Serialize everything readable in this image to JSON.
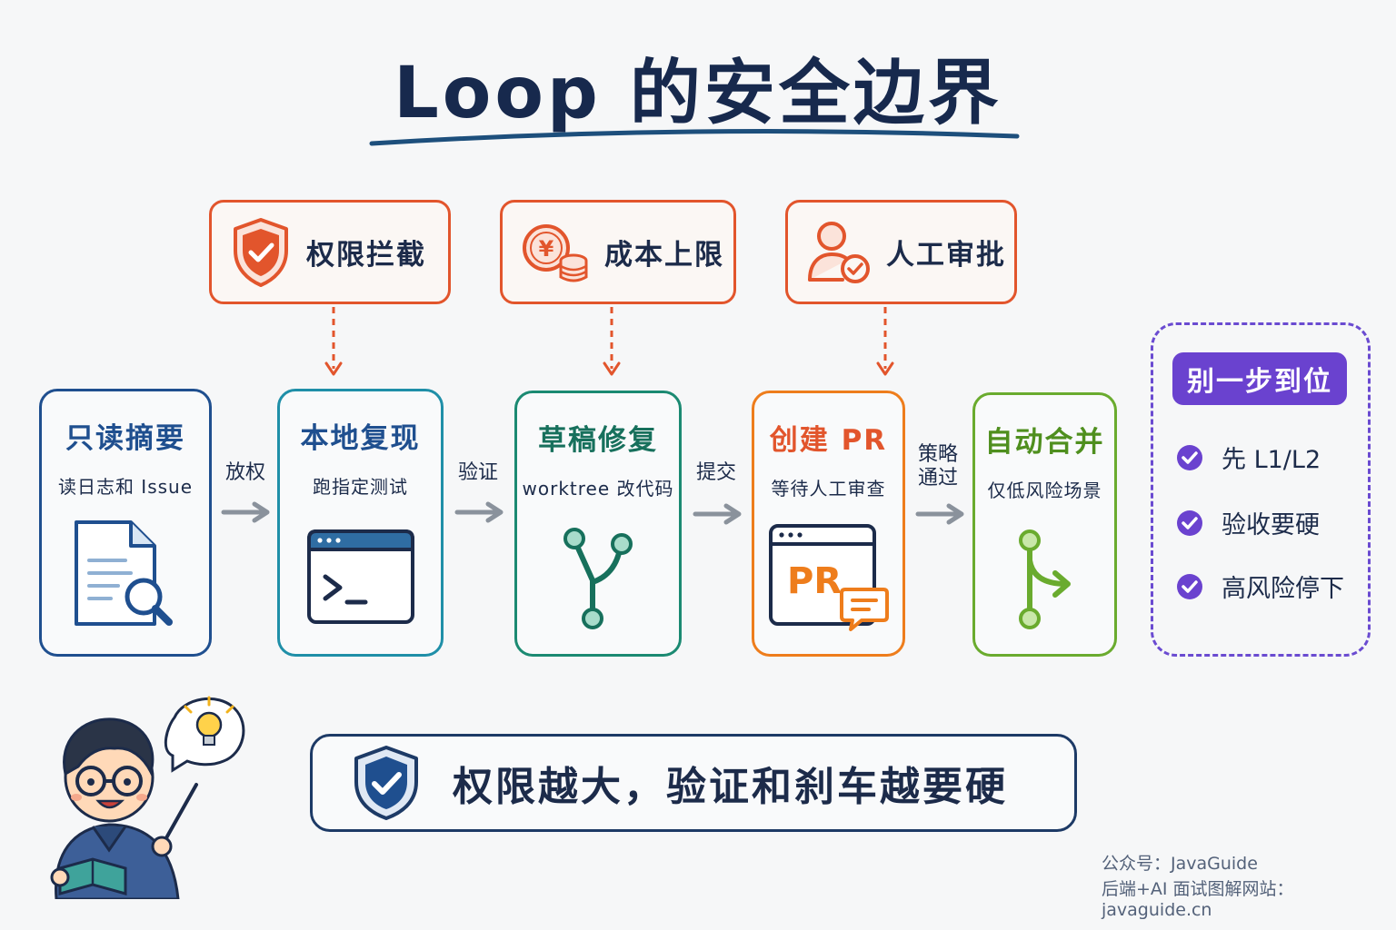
{
  "title": "Loop 的安全边界",
  "guards": [
    {
      "label": "权限拦截",
      "icon": "shield-check-icon"
    },
    {
      "label": "成本上限",
      "icon": "yuan-coins-icon"
    },
    {
      "label": "人工审批",
      "icon": "user-check-icon"
    }
  ],
  "stages": [
    {
      "title": "只读摘要",
      "subtitle": "读日志和 Issue",
      "icon": "document-search-icon",
      "color": "#1f4f8f"
    },
    {
      "title": "本地复现",
      "subtitle": "跑指定测试",
      "icon": "terminal-icon",
      "color": "#1f8fa8"
    },
    {
      "title": "草稿修复",
      "subtitle": "worktree 改代码",
      "icon": "git-branch-icon",
      "color": "#1b8a72"
    },
    {
      "title": "创建 PR",
      "subtitle": "等待人工审查",
      "icon": "pull-request-icon",
      "color": "#ee7d1c"
    },
    {
      "title": "自动合并",
      "subtitle": "仅低风险场景",
      "icon": "git-merge-icon",
      "color": "#6aab2e"
    }
  ],
  "connectors": [
    "放权",
    "验证",
    "提交",
    "策略\n通过"
  ],
  "side_panel": {
    "badge": "别一步到位",
    "items": [
      "先 L1/L2",
      "验收要硬",
      "高风险停下"
    ]
  },
  "motto": "权限越大，验证和刹车越要硬",
  "footer": {
    "line1": "公众号：JavaGuide",
    "line2": "后端+AI 面试图解网站：javaguide.cn"
  },
  "colors": {
    "navy": "#17294d",
    "guard": "#e2552c",
    "purple": "#6a42cf"
  }
}
